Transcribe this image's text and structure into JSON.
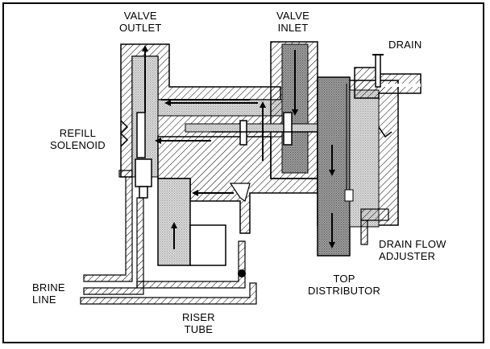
{
  "labels": {
    "valve_outlet": [
      "VALVE",
      "OUTLET"
    ],
    "valve_inlet": [
      "VALVE",
      "INLET"
    ],
    "drain": "DRAIN",
    "refill_solenoid": [
      "REFILL",
      "SOLENOID"
    ],
    "drain_flow_adjuster": [
      "DRAIN FLOW",
      "ADJUSTER"
    ],
    "top_distributor": [
      "TOP",
      "DISTRIBUTOR"
    ],
    "brine_line": [
      "BRINE",
      "LINE"
    ],
    "riser_tube": [
      "RISER",
      "TUBE"
    ]
  },
  "colors": {
    "ink": "#000000",
    "body_hatch": "#000000",
    "water_stipple": "#bfbfbf",
    "dark_stipple": "#8a8a8a",
    "background": "#ffffff"
  }
}
